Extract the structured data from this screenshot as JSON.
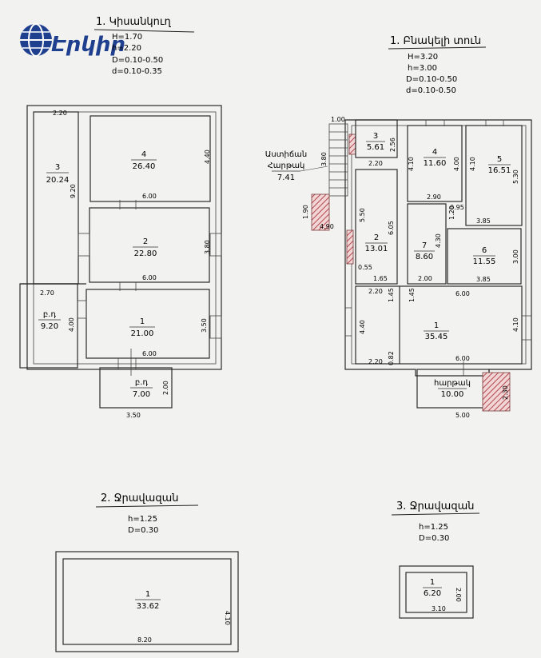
{
  "logo": {
    "text": "Էրկիր",
    "color": "#1f3f8f"
  },
  "colors": {
    "hatch": "#b0474f",
    "ink": "#1c1c1c"
  },
  "plans": {
    "p1": {
      "title": "1. Կիսանկուղ",
      "params": [
        "H=1.70",
        "h=2.20",
        "D=0.10-0.50",
        "d=0.10-0.35"
      ],
      "rooms": [
        {
          "num": "3",
          "area": "20.24"
        },
        {
          "num": "4",
          "area": "26.40"
        },
        {
          "num": "2",
          "area": "22.80"
        },
        {
          "num": "1",
          "area": "21.00"
        },
        {
          "num": "բ.դ",
          "area": "9.20"
        },
        {
          "num": "բ.դ",
          "area": "7.00"
        }
      ],
      "dims": [
        "2.20",
        "9.20",
        "4.40",
        "6.00",
        "3.80",
        "6.00",
        "2.70",
        "4.00",
        "3.50",
        "6.00",
        "2.00",
        "3.50"
      ]
    },
    "p2": {
      "title": "1. Բնակելի տուն",
      "params": [
        "H=3.20",
        "h=3.00",
        "D=0.10-0.50",
        "d=0.10-0.50"
      ],
      "rooms": [
        {
          "num": "3",
          "area": "5.61"
        },
        {
          "num": "4",
          "area": "11.60"
        },
        {
          "num": "5",
          "area": "16.51"
        },
        {
          "num": "2",
          "area": "13.01"
        },
        {
          "num": "7",
          "area": "8.60"
        },
        {
          "num": "6",
          "area": "11.55"
        },
        {
          "num": "1",
          "area": "35.45"
        },
        {
          "num": "հարթակ",
          "area": "10.00"
        }
      ],
      "stair": {
        "label_1": "Աստիճան",
        "label_2": "Հարթակ",
        "area": "7.41"
      },
      "dims": [
        "1.00",
        "2.56",
        "3.80",
        "2.20",
        "4.10",
        "4.00",
        "4.10",
        "5.30",
        "1.90",
        "4.90",
        "5.50",
        "6.05",
        "2.90",
        "0.95",
        "1.20",
        "3.85",
        "4.30",
        "0.55",
        "1.65",
        "2.00",
        "3.00",
        "3.85",
        "2.20",
        "1.45",
        "1.45",
        "6.00",
        "4.40",
        "4.10",
        "0.82",
        "2.20",
        "6.00",
        "2.30",
        "5.00"
      ]
    },
    "p3": {
      "title": "2. Ջրավազան",
      "params": [
        "h=1.25",
        "D=0.30"
      ],
      "rooms": [
        {
          "num": "1",
          "area": "33.62"
        }
      ],
      "dims": [
        "4.10",
        "8.20"
      ]
    },
    "p4": {
      "title": "3. Ջրավազան",
      "params": [
        "h=1.25",
        "D=0.30"
      ],
      "rooms": [
        {
          "num": "1",
          "area": "6.20"
        }
      ],
      "dims": [
        "2.00",
        "3.10"
      ]
    }
  }
}
